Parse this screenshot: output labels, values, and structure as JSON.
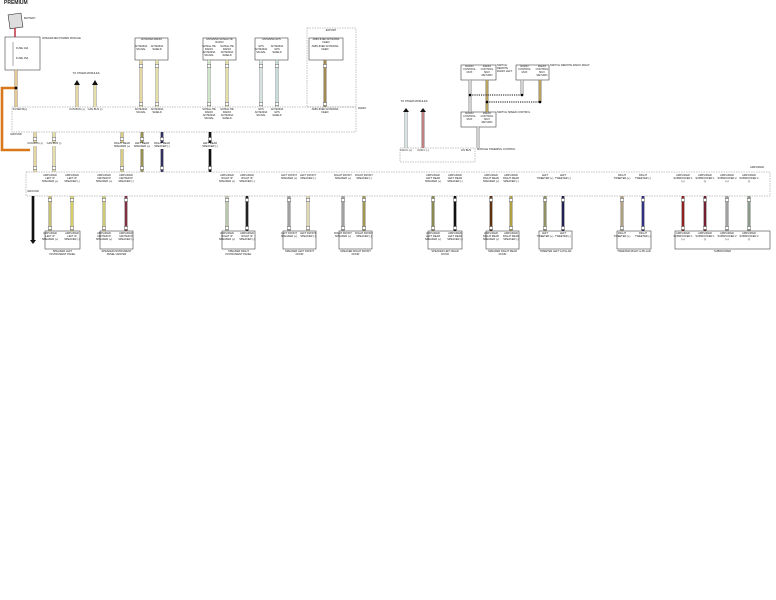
{
  "title": "PREMIUM",
  "export_label": "EXPORT",
  "battery": {
    "label": "BATTERY",
    "icon": "battery-icon"
  },
  "power_module": {
    "label": "INTEGRATED POWER MODULE",
    "fuses": [
      "FUSE 10A",
      "FUSE 15A"
    ]
  },
  "radio": {
    "label": "RADIO",
    "pins": [
      "FUSED B(+)",
      "CAN BUS (+)",
      "CAN BUS (-)",
      "GROUND"
    ]
  },
  "amplifier": {
    "label": "AMPLIFIER",
    "ground": "GROUND"
  },
  "module_to_other": "TO OTHER MODULES",
  "antennas": [
    {
      "module": "ANTENNA RADIO",
      "pins": [
        "ANTENNA SIGNAL",
        "ANTENNA SHIELD"
      ],
      "colors": [
        "#e6d7a0",
        "#e6dfa8"
      ]
    },
    {
      "module": "ANTENNA SATELLITE RADIO",
      "pins": [
        "SATELLITE RADIO ANTENNA SIGNAL",
        "SATELLITE RADIO ANTENNA SHIELD"
      ],
      "colors": [
        "#cfe6c8",
        "#e6dfa8"
      ]
    },
    {
      "module": "ANTENNA GPS",
      "pins": [
        "GPS ANTENNA SIGNAL",
        "ANTENNA GPS SHIELD"
      ],
      "colors": [
        "#d6e3e3",
        "#c8dcdc"
      ]
    },
    {
      "module": "AMPLIFIED ANTENNA FEED",
      "pins": [
        "AMPLIFIED ANTENNA FEED"
      ],
      "colors": [
        "#a08850"
      ]
    }
  ],
  "radio_to_amp": [
    {
      "label": "CAN BUS (+)",
      "color": "#e6d7a0"
    },
    {
      "label": "CAN BUS (-)",
      "color": "#e6dfa8"
    },
    {
      "label": "RIGHT REAR SPEAKER (+)",
      "color": "#d8cc80"
    },
    {
      "label": "LEFT REAR SPEAKER (+)",
      "color": "#9a9050"
    },
    {
      "label": "RIGHT REAR SPEAKER (-)",
      "color": "#303060"
    },
    {
      "label": "LEFT REAR SPEAKER (-)",
      "color": "#111111"
    }
  ],
  "speakers": [
    {
      "name": "SPEAKER LEFT INSTRUMENT PANEL",
      "pins": [
        "AMPLIFIED LEFT IP SPEAKER (+)",
        "AMPLIFIED LEFT IP SPEAKER (-)"
      ],
      "colors": [
        "#c8c070",
        "#d8d060"
      ]
    },
    {
      "name": "SPEAKER INSTRUMENT PANEL CENTER",
      "pins": [
        "AMPLIFIED CENTER IP SPEAKER (+)",
        "AMPLIFIED CENTER IP SPEAKER (-)"
      ],
      "colors": [
        "#d0cc70",
        "#803040"
      ]
    },
    {
      "name": "SPEAKER RIGHT INSTRUMENT PANEL",
      "pins": [
        "AMPLIFIED RIGHT IP SPEAKER (+)",
        "AMPLIFIED RIGHT IP SPEAKER (-)"
      ],
      "colors": [
        "#b8c8a8",
        "#222222"
      ]
    },
    {
      "name": "SPEAKER LEFT FRONT DOOR",
      "pins": [
        "LEFT FRONT SPEAKER (+)",
        "LEFT FRONT SPEAKER (-)"
      ],
      "colors": [
        "#a0a0a0",
        "#e0d8b0"
      ]
    },
    {
      "name": "SPEAKER RIGHT FRONT DOOR",
      "pins": [
        "RIGHT FRONT SPEAKER (+)",
        "RIGHT FRONT SPEAKER (-)"
      ],
      "colors": [
        "#a0a0a0",
        "#a09850"
      ]
    },
    {
      "name": "SPEAKER LEFT REAR DOOR",
      "pins": [
        "AMPLIFIED LEFT REAR SPEAKER (+)",
        "AMPLIFIED LEFT REAR SPEAKER (-)"
      ],
      "colors": [
        "#8a8a50",
        "#111111"
      ]
    },
    {
      "name": "SPEAKER RIGHT REAR DOOR",
      "pins": [
        "AMPLIFIED RIGHT REAR SPEAKER (+)",
        "AMPLIFIED RIGHT REAR SPEAKER (-)"
      ],
      "colors": [
        "#603010",
        "#b0a040"
      ]
    },
    {
      "name": "TWEETER LEFT A-PILLAR",
      "pins": [
        "LEFT TWEETER (+)",
        "LEFT TWEETER (-)"
      ],
      "colors": [
        "#909060",
        "#202050"
      ]
    },
    {
      "name": "TWEETER RIGHT A-PILLAR",
      "pins": [
        "RIGHT TWEETER (+)",
        "RIGHT TWEETER (-)"
      ],
      "colors": [
        "#b0a080",
        "#303080"
      ]
    },
    {
      "name": "SUBWOOFER",
      "pins": [
        "AMPLIFIED SUBWOOFER 1 (+)",
        "AMPLIFIED SUBWOOFER 1 (-)",
        "AMPLIFIED SUBWOOFER 2 (+)",
        "AMPLIFIED SUBWOOFER 2 (-)"
      ],
      "colors": [
        "#902020",
        "#702030",
        "#a0a0a0",
        "#8a9a8a"
      ]
    }
  ],
  "steering": {
    "switches": [
      {
        "name": "SWITCH REMOTE RADIO LEFT",
        "pins": [
          "RADIO CONTROL MUX",
          "RADIO CONTROL MUX RETURN"
        ]
      },
      {
        "name": "SWITCH REMOTE RADIO RIGHT",
        "pins": [
          "RADIO CONTROL MUX",
          "RADIO CONTROL MUX RETURN"
        ]
      },
      {
        "name": "SWITCH SPEED CONTROL",
        "pins": [
          "RADIO CONTROL MUX",
          "RADIO CONTROL MUX RETURN"
        ]
      }
    ],
    "module": "MODULE STEERING CONTROL",
    "module_pins": [
      "CAN C (+)",
      "CAN C (-)",
      "LIN BUS"
    ],
    "wire_colors": [
      "#d0d0d0",
      "#b8a060",
      "#c08080",
      "#d8e4e4"
    ]
  }
}
